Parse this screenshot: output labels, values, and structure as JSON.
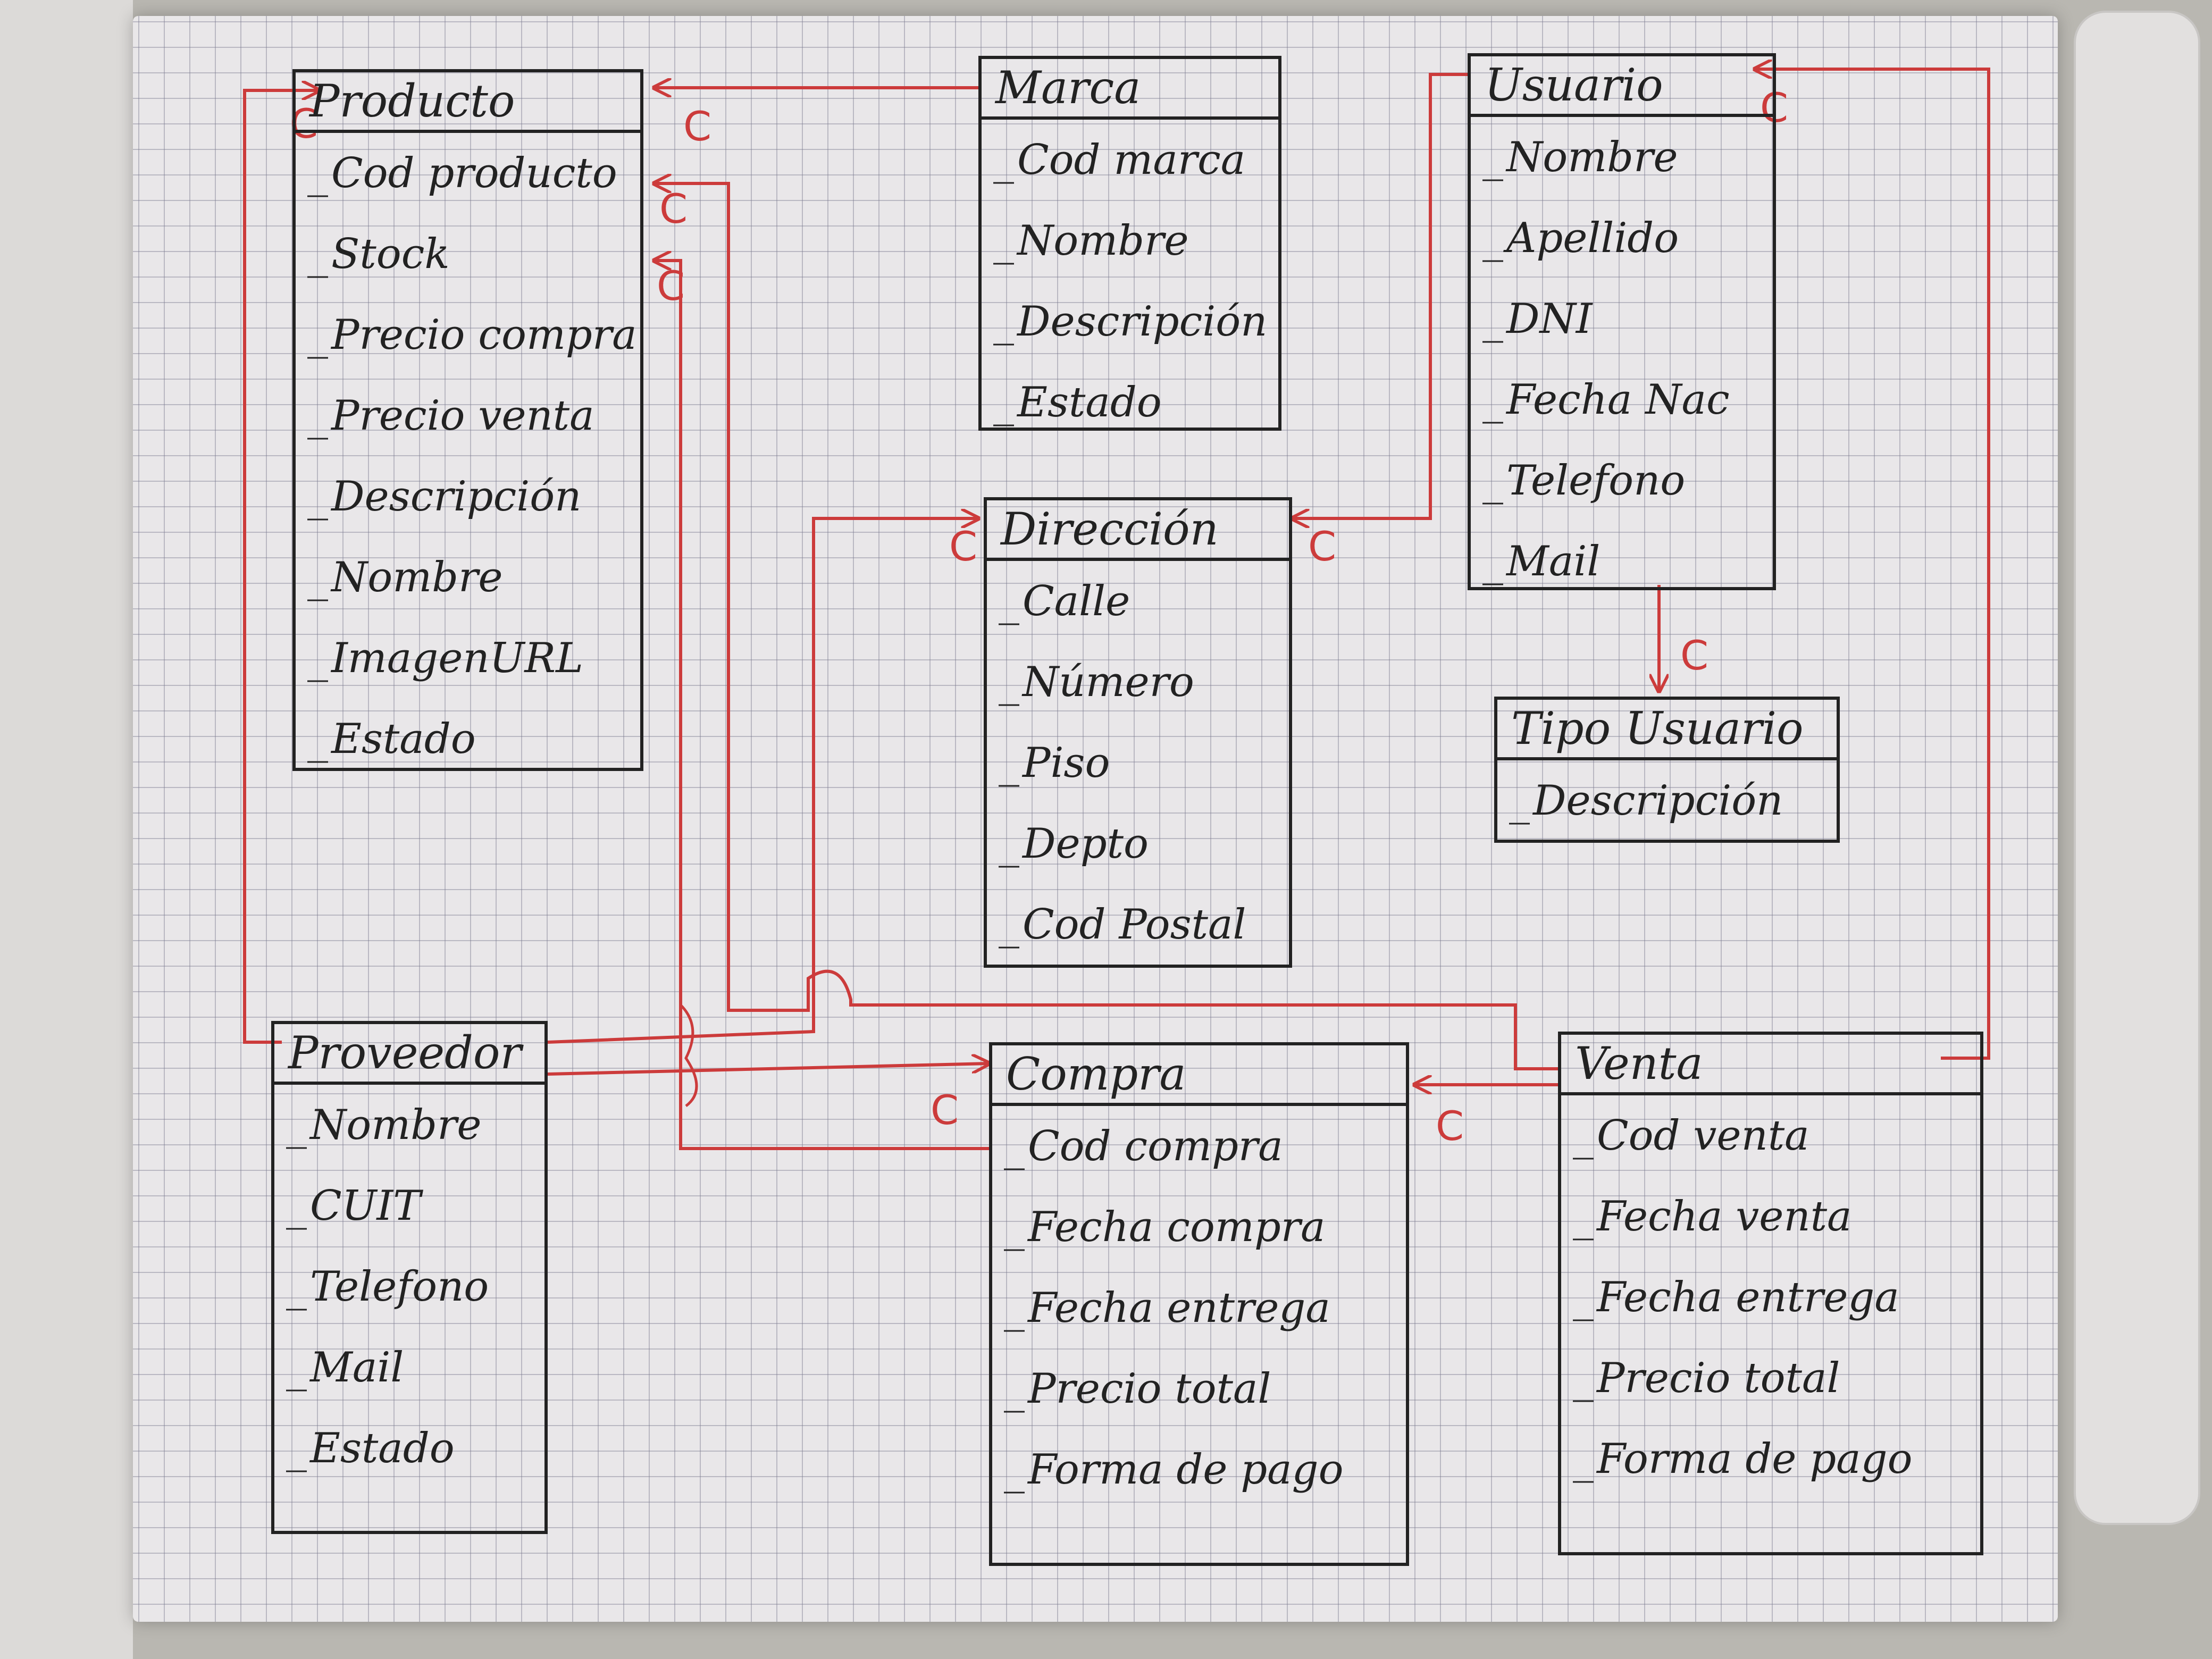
{
  "entities": {
    "producto": {
      "title": "Producto",
      "attributes": [
        "Cod producto",
        "Stock",
        "Precio compra",
        "Precio venta",
        "Descripción",
        "Nombre",
        "ImagenURL",
        "Estado"
      ]
    },
    "marca": {
      "title": "Marca",
      "attributes": [
        "Cod marca",
        "Nombre",
        "Descripción",
        "Estado"
      ]
    },
    "usuario": {
      "title": "Usuario",
      "attributes": [
        "Nombre",
        "Apellido",
        "DNI",
        "Fecha Nac",
        "Telefono",
        "Mail"
      ]
    },
    "direccion": {
      "title": "Dirección",
      "attributes": [
        "Calle",
        "Número",
        "Piso",
        "Depto",
        "Cod Postal"
      ]
    },
    "tipo_usuario": {
      "title": "Tipo Usuario",
      "attributes": [
        "Descripción"
      ]
    },
    "proveedor": {
      "title": "Proveedor",
      "attributes": [
        "Nombre",
        "CUIT",
        "Telefono",
        "Mail",
        "Estado"
      ]
    },
    "compra": {
      "title": "Compra",
      "attributes": [
        "Cod compra",
        "Fecha compra",
        "Fecha entrega",
        "Precio total",
        "Forma de pago"
      ]
    },
    "venta": {
      "title": "Venta",
      "attributes": [
        "Cod venta",
        "Fecha venta",
        "Fecha entrega",
        "Precio total",
        "Forma de pago"
      ]
    }
  },
  "relationship_marker": "C",
  "colors": {
    "relationship_line": "#cc3b3b",
    "ink": "#222222",
    "paper": "#e9e7e9"
  }
}
